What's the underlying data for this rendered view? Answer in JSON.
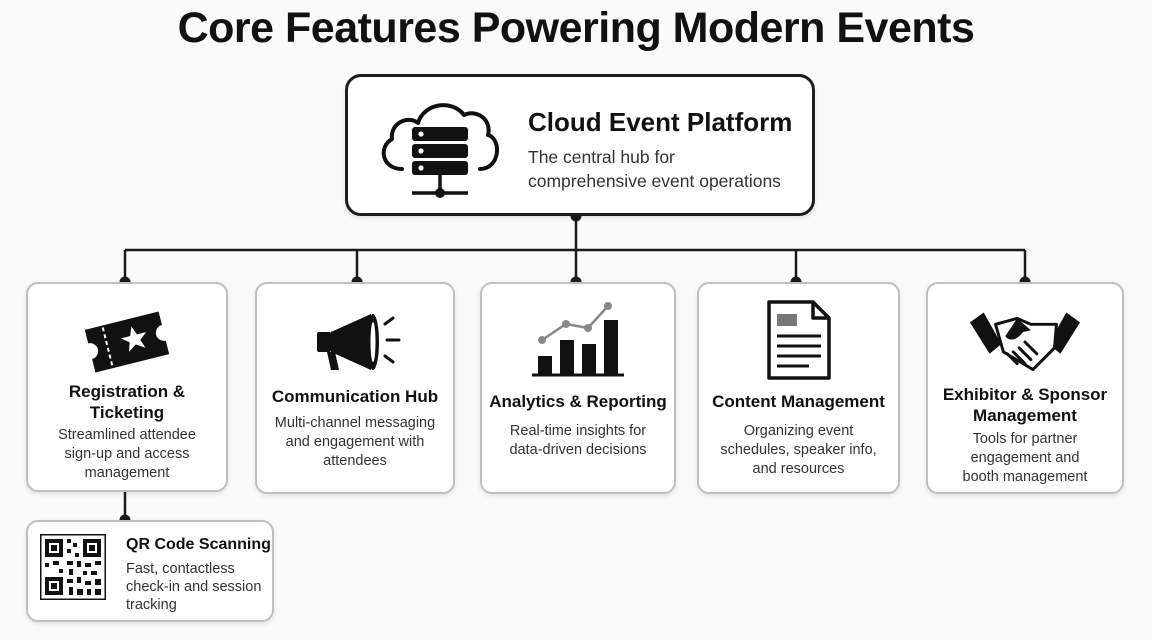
{
  "title": "Core Features Powering Modern Events",
  "root": {
    "title": "Cloud Event Platform",
    "description": "The central hub for comprehensive event operations",
    "icon": "cloud-server-icon"
  },
  "features": [
    {
      "title": "Registration & Ticketing",
      "description": "Streamlined attendee sign-up and access management",
      "icon": "ticket-star-icon"
    },
    {
      "title": "Communication Hub",
      "description": "Multi-channel messaging and engagement with attendees",
      "icon": "megaphone-icon"
    },
    {
      "title": "Analytics & Reporting",
      "description": "Real-time insights for data-driven decisions",
      "icon": "bar-chart-icon"
    },
    {
      "title": "Content Management",
      "description": "Organizing event schedules, speaker info, and resources",
      "icon": "document-icon"
    },
    {
      "title": "Exhibitor & Sponsor Management",
      "description": "Tools for partner engagement and booth management",
      "icon": "handshake-icon"
    }
  ],
  "subfeature": {
    "title": "QR Code Scanning",
    "description": "Fast, contactless check-in and session tracking",
    "icon": "qr-code-icon"
  },
  "colors": {
    "line": "#1a1a1a",
    "card_border": "#bfbfbf",
    "text": "#111111"
  }
}
